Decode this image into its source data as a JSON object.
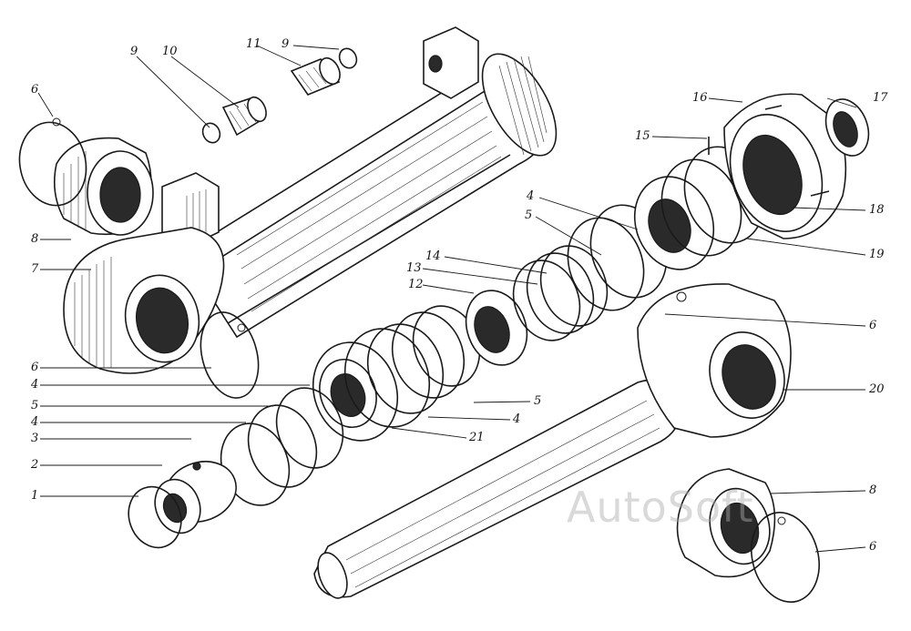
{
  "figure": {
    "watermark": "AutoSoft",
    "callouts": [
      {
        "id": "c1",
        "text": "1"
      },
      {
        "id": "c2",
        "text": "2"
      },
      {
        "id": "c3",
        "text": "3"
      },
      {
        "id": "c4a",
        "text": "4"
      },
      {
        "id": "c5a",
        "text": "5"
      },
      {
        "id": "c4b",
        "text": "4"
      },
      {
        "id": "c6a",
        "text": "6"
      },
      {
        "id": "c7",
        "text": "7"
      },
      {
        "id": "c8a",
        "text": "8"
      },
      {
        "id": "c6b",
        "text": "6"
      },
      {
        "id": "c9a",
        "text": "9"
      },
      {
        "id": "c10",
        "text": "10"
      },
      {
        "id": "c11",
        "text": "11"
      },
      {
        "id": "c9b",
        "text": "9"
      },
      {
        "id": "c12",
        "text": "12"
      },
      {
        "id": "c13",
        "text": "13"
      },
      {
        "id": "c14",
        "text": "14"
      },
      {
        "id": "c5b",
        "text": "5"
      },
      {
        "id": "c4c",
        "text": "4"
      },
      {
        "id": "c15",
        "text": "15"
      },
      {
        "id": "c16",
        "text": "16"
      },
      {
        "id": "c17",
        "text": "17"
      },
      {
        "id": "c18",
        "text": "18"
      },
      {
        "id": "c19",
        "text": "19"
      },
      {
        "id": "c6c",
        "text": "6"
      },
      {
        "id": "c20",
        "text": "20"
      },
      {
        "id": "c5c",
        "text": "5"
      },
      {
        "id": "c4d",
        "text": "4"
      },
      {
        "id": "c21",
        "text": "21"
      },
      {
        "id": "c8b",
        "text": "8"
      },
      {
        "id": "c6d",
        "text": "6"
      }
    ]
  }
}
